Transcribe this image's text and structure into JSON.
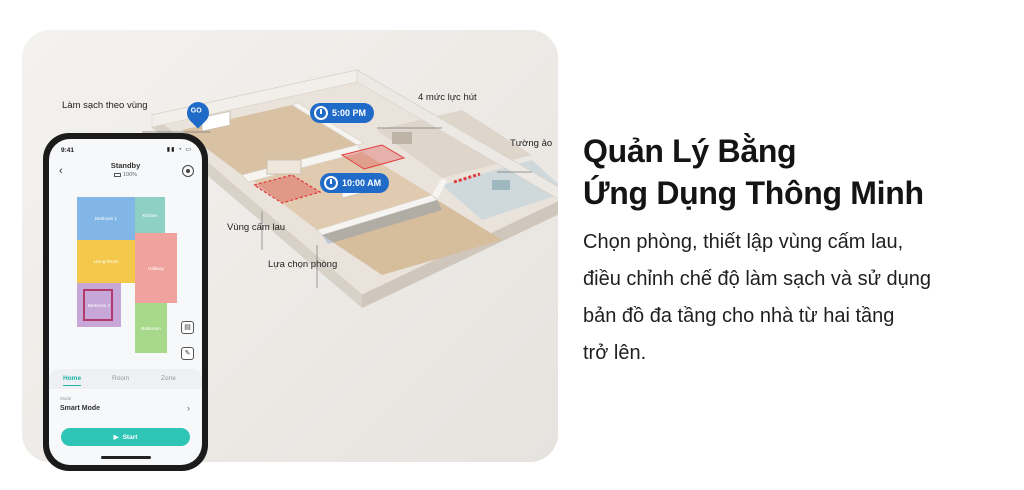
{
  "headline": {
    "line1": "Quản Lý Bằng",
    "line2": "Ứng Dụng Thông Minh"
  },
  "description": {
    "line1": "Chọn phòng, thiết lập vùng cấm lau,",
    "line2": "điều chỉnh chế độ làm sạch và sử dụng",
    "line3": "bản đồ đa tầng cho nhà từ hai tầng",
    "line4": "trở lên."
  },
  "floorplan": {
    "annotations": {
      "zone_cleaning": "Làm sạch theo vùng",
      "suction_levels": "4 mức lực hút",
      "virtual_wall": "Tường ảo",
      "no_mop_zone": "Vùng cấm lau",
      "room_select": "Lựa chọn phòng"
    },
    "pins": {
      "go": "GO",
      "time1": "5:00 PM",
      "time2": "10:00 AM"
    }
  },
  "phone": {
    "time": "9:41",
    "title": "Standby",
    "battery": "100%",
    "rooms": {
      "bedroom1": "Bedroom 1",
      "kitchen": "Kitchen",
      "living": "Living Room",
      "hallway": "Hallway",
      "bedroom2": "Bedroom 2",
      "bathroom": "Bathroom"
    },
    "tabs": [
      "Home",
      "Room",
      "Zone"
    ],
    "mode_label": "Mode",
    "mode_value": "Smart Mode",
    "start_label": "Start"
  },
  "colors": {
    "accent_teal": "#2ec4b6",
    "accent_blue": "#1f6bc7",
    "no_mop_red": "#e23b3b"
  }
}
